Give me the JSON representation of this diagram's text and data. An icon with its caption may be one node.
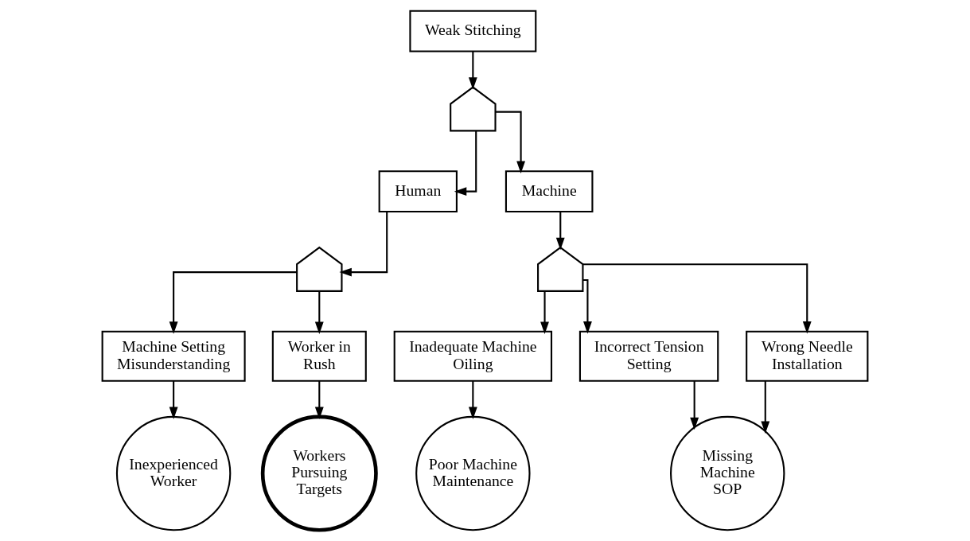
{
  "diagram": {
    "nodes": [
      {
        "text": [
          "Weak Stitching"
        ]
      },
      {
        "text": [],
        "shape": "gate"
      },
      {
        "text": [
          "Human"
        ]
      },
      {
        "text": [
          "Machine"
        ]
      },
      {
        "text": [],
        "shape": "gate"
      },
      {
        "text": [],
        "shape": "gate"
      },
      {
        "text": [
          "Machine Setting Misunderstanding"
        ]
      },
      {
        "text": [
          "Worker in Rush"
        ]
      },
      {
        "text": [
          "Inadequate Machine Oiling"
        ]
      },
      {
        "text": [
          "Incorrect Tension Setting"
        ]
      },
      {
        "text": [
          "Wrong Needle Installation"
        ]
      },
      {
        "text": [
          "Inexperienced Worker"
        ]
      },
      {
        "text": [
          "Workers Pursuing Targets"
        ]
      },
      {
        "text": [
          "Poor Machine Maintenance"
        ]
      },
      {
        "text": [
          "Missing Machine SOP"
        ]
      }
    ],
    "edges": [
      {
        "from": 0,
        "to": 1,
        "arrow": "to"
      },
      {
        "from": 1,
        "to": 2,
        "arrow": "to"
      },
      {
        "from": 1,
        "to": 3,
        "arrow": "to"
      },
      {
        "from": 2,
        "to": 4,
        "arrow": "to"
      },
      {
        "from": 3,
        "to": 5,
        "arrow": "to"
      },
      {
        "from": 4,
        "to": 6,
        "arrow": "to"
      },
      {
        "from": 4,
        "to": 7,
        "arrow": "to"
      },
      {
        "from": 5,
        "to": 8,
        "arrow": "to"
      },
      {
        "from": 5,
        "to": 9,
        "arrow": "to"
      },
      {
        "from": 5,
        "to": 10,
        "arrow": "to"
      },
      {
        "from": 6,
        "to": 11,
        "arrow": "to"
      },
      {
        "from": 7,
        "to": 12,
        "arrow": "to"
      },
      {
        "from": 8,
        "to": 13,
        "arrow": "to"
      },
      {
        "from": 9,
        "to": 14,
        "arrow": "to"
      },
      {
        "from": 10,
        "to": 14,
        "arrow": "to"
      }
    ]
  }
}
